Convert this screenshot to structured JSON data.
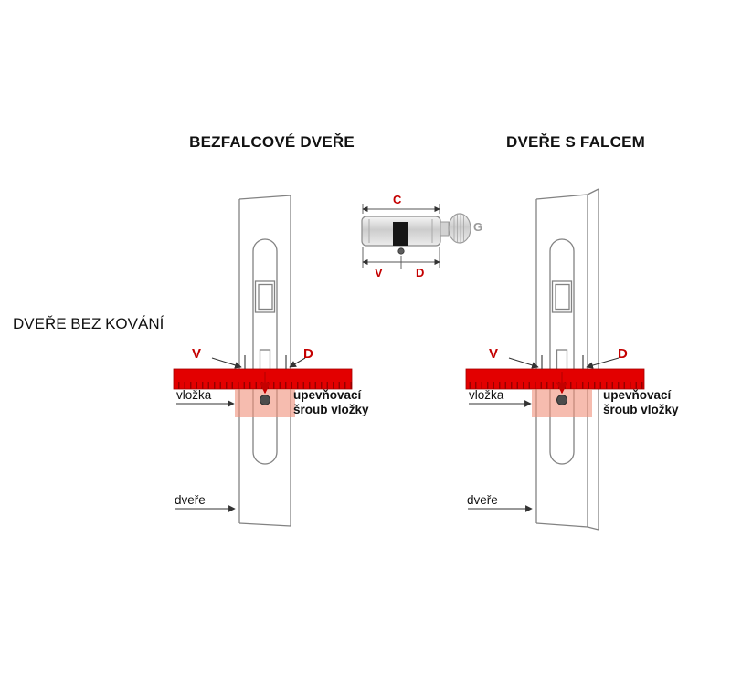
{
  "headings": {
    "left_title": "BEZFALCOVÉ DVEŘE",
    "right_title": "DVEŘE S FALCEM",
    "side_label": "DVEŘE BEZ KOVÁNÍ"
  },
  "cylinder_dims": {
    "c": "C",
    "v": "V",
    "d": "D",
    "g": "G"
  },
  "left": {
    "v": "V",
    "d": "D",
    "vlozka": "vložka",
    "screw_line1": "upevňovací",
    "screw_line2": "šroub vložky",
    "dvere": "dveře"
  },
  "right": {
    "v": "V",
    "d": "D",
    "vlozka": "vložka",
    "screw_line1": "upevňovací",
    "screw_line2": "šroub vložky",
    "dvere": "dveře"
  },
  "colors": {
    "red": "#c40000",
    "ruler": "#e30000",
    "pink": "#f0907a"
  }
}
